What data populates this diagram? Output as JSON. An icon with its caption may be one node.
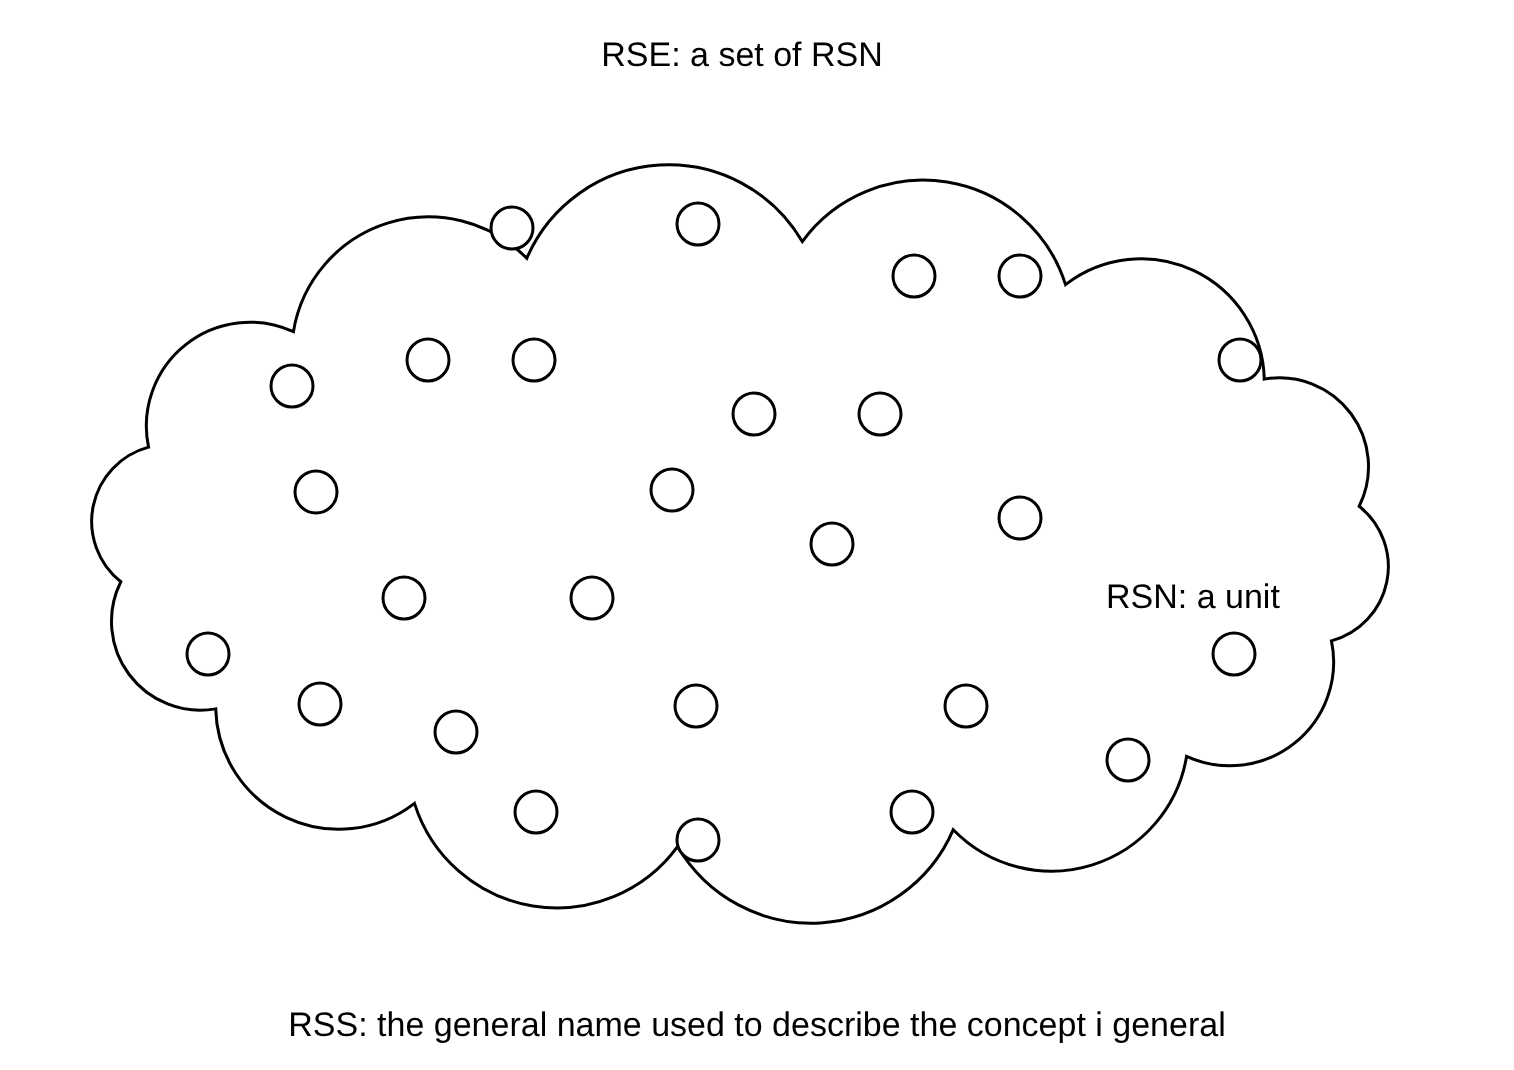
{
  "diagram": {
    "caption": "RSS: the general name used to describe the concept i general",
    "nodes": [
      {
        "text": [
          "RSE: a set of RSN"
        ]
      },
      {
        "text": [],
        "shape": "circle",
        "in": 0
      },
      {
        "text": [],
        "shape": "circle",
        "in": 0
      },
      {
        "text": [],
        "shape": "circle",
        "in": 0
      },
      {
        "text": [],
        "shape": "circle",
        "in": 0
      },
      {
        "text": [],
        "shape": "circle",
        "in": 0
      },
      {
        "text": [],
        "shape": "circle",
        "in": 0
      },
      {
        "text": [],
        "shape": "circle",
        "in": 0
      },
      {
        "text": [],
        "shape": "circle",
        "in": 0
      },
      {
        "text": [],
        "shape": "circle",
        "in": 0
      },
      {
        "text": [],
        "shape": "circle",
        "in": 0
      },
      {
        "text": [],
        "shape": "circle",
        "in": 0
      },
      {
        "text": [],
        "shape": "circle",
        "in": 0
      },
      {
        "text": [],
        "shape": "circle",
        "in": 0
      },
      {
        "text": [],
        "shape": "circle",
        "in": 0
      },
      {
        "text": [],
        "shape": "circle",
        "in": 0
      },
      {
        "text": [],
        "shape": "circle",
        "in": 0
      },
      {
        "text": [],
        "shape": "circle",
        "in": 0
      },
      {
        "text": [],
        "shape": "circle",
        "in": 0
      },
      {
        "text": [],
        "shape": "circle",
        "in": 0
      },
      {
        "text": [],
        "shape": "circle",
        "in": 0
      },
      {
        "text": [],
        "shape": "circle",
        "in": 0
      },
      {
        "text": [],
        "shape": "circle",
        "in": 0
      },
      {
        "text": [],
        "shape": "circle",
        "in": 0
      },
      {
        "text": [],
        "shape": "circle",
        "in": 0
      },
      {
        "text": [],
        "shape": "circle",
        "in": 0
      },
      {
        "text": [],
        "shape": "circle",
        "in": 0
      }
    ],
    "labels": [
      "RSN: a unit"
    ]
  }
}
